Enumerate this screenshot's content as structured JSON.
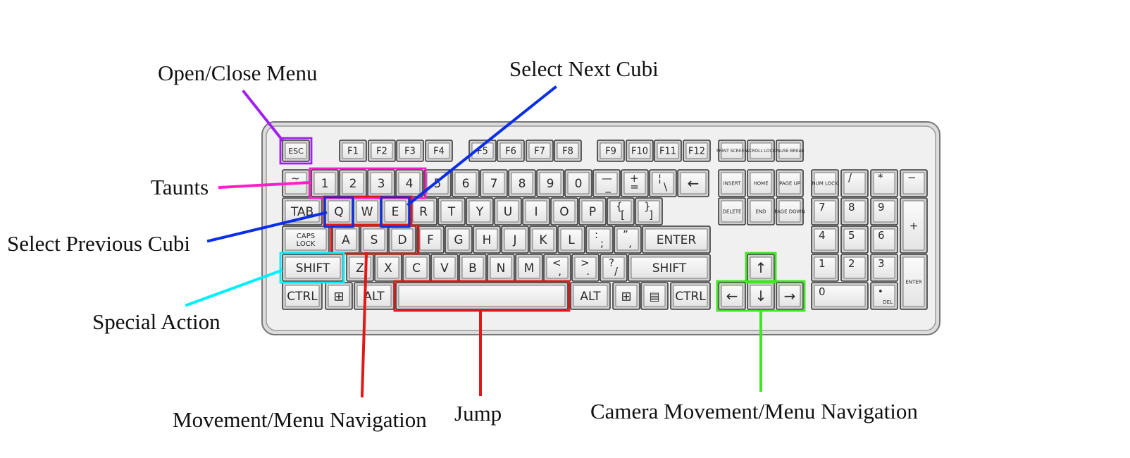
{
  "labels": {
    "menu": "Open/Close Menu",
    "taunts": "Taunts",
    "prev": "Select Previous Cubi",
    "next": "Select Next Cubi",
    "special": "Special Action",
    "move": "Movement/Menu Navigation",
    "jump": "Jump",
    "camera": "Camera Movement/Menu Navigation"
  },
  "colors": {
    "menu": "#a020f0",
    "taunts": "#ff1fc8",
    "prev": "#0a2ee8",
    "next": "#0a2ee8",
    "special": "#00f0ff",
    "move": "#e01818",
    "jump": "#e01818",
    "camera": "#3ee81e"
  },
  "keys": {
    "esc": "ESC",
    "f1": "F1",
    "f2": "F2",
    "f3": "F3",
    "f4": "F4",
    "f5": "F5",
    "f6": "F6",
    "f7": "F7",
    "f8": "F8",
    "f9": "F9",
    "f10": "F10",
    "f11": "F11",
    "f12": "F12",
    "print_screen": "PRINT SCREEN",
    "scroll_lock": "SCROLL LOCK",
    "pause_break": "PAUSE BREAK",
    "tilde": "~",
    "tilde_low": "`",
    "n1": "1",
    "n2": "2",
    "n3": "3",
    "n4": "4",
    "n5": "5",
    "n6": "6",
    "n7": "7",
    "n8": "8",
    "n9": "9",
    "n0": "0",
    "minus_top": "—",
    "minus_bot": "_",
    "plus_top": "+",
    "plus_bot": "=",
    "pipe_top": "¦",
    "pipe_bot": "\\",
    "backspace": "←",
    "insert": "INSERT",
    "home": "HOME",
    "page_up": "PAGE UP",
    "num_lock": "NUM LOCK",
    "np_div": "/",
    "np_mul": "*",
    "np_minus": "−",
    "tab": "TAB",
    "q": "Q",
    "w": "W",
    "e": "E",
    "r": "R",
    "t": "T",
    "y": "Y",
    "u": "U",
    "i": "I",
    "o": "O",
    "p": "P",
    "lbrace_top": "{",
    "lbrace_bot": "[",
    "rbrace_top": "}",
    "rbrace_bot": "]",
    "delete": "DELETE",
    "end": "END",
    "page_down": "PAGE DOWN",
    "np7": "7",
    "np8": "8",
    "np9": "9",
    "np_plus": "+",
    "caps_1": "CAPS",
    "caps_2": "LOCK",
    "a": "A",
    "s": "S",
    "d": "D",
    "f": "F",
    "g": "G",
    "h": "H",
    "j": "J",
    "k": "K",
    "l": "L",
    "colon_top": ":",
    "colon_bot": ";",
    "quote_top": "”",
    "quote_bot": ",",
    "enter": "ENTER",
    "np4": "4",
    "np5": "5",
    "np6": "6",
    "lshift": "SHIFT",
    "z": "Z",
    "x": "X",
    "c": "C",
    "v": "V",
    "b": "B",
    "n": "N",
    "m": "M",
    "lt_top": "<",
    "lt_bot": ",",
    "gt_top": ">",
    "gt_bot": ".",
    "q_top": "?",
    "q_bot": "/",
    "rshift": "SHIFT",
    "up": "↑",
    "np1": "1",
    "np2": "2",
    "np3": "3",
    "np_enter": "ENTER",
    "lctrl": "CTRL",
    "lwin": "⊞",
    "lalt": "ALT",
    "ralt": "ALT",
    "rwin": "⊞",
    "menu_key": "▤",
    "rctrl": "CTRL",
    "left": "←",
    "down": "↓",
    "right": "→",
    "np0": "0",
    "np_dot": "•",
    "np_del": "DEL"
  }
}
